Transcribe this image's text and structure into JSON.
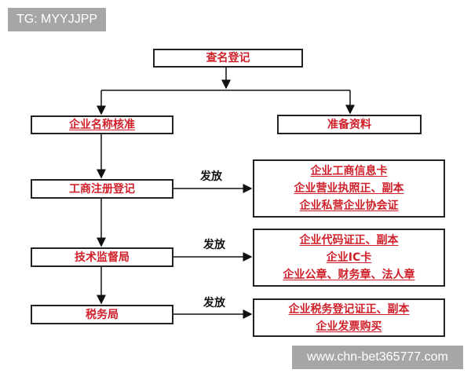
{
  "watermarks": {
    "top_left": "TG: MYYJJPP",
    "bottom_right": "www.chn-bet365777.com"
  },
  "colors": {
    "node_text": "#d0202a",
    "border": "#222222",
    "watermark_bg": "#a6a6a6"
  },
  "diagram": {
    "root": "查名登记",
    "left_branch": "企业名称核准",
    "right_branch": "准备资料",
    "steps": [
      {
        "name": "工商注册登记",
        "edge_label": "发放",
        "outputs": [
          "企业工商信息卡",
          "企业营业执照正、副本",
          "企业私营企业协会证"
        ]
      },
      {
        "name": "技术监督局",
        "edge_label": "发放",
        "outputs": [
          "企业代码证正、副本",
          "企业IC卡",
          "企业公章、财务章、法人章"
        ]
      },
      {
        "name": "税务局",
        "edge_label": "发放",
        "outputs": [
          "企业税务登记证正、副本",
          "企业发票购买"
        ]
      }
    ]
  }
}
